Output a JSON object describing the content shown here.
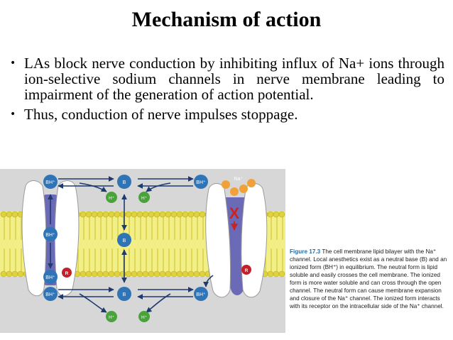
{
  "slide": {
    "title": "Mechanism of action",
    "bullets": [
      "LAs block nerve conduction by inhibiting influx of Na+ ions through ion-selective sodium channels in nerve membrane leading to impairment of the generation of action potential.",
      "Thus, conduction of nerve impulses stoppage."
    ],
    "bullet_glyph": "•"
  },
  "figure": {
    "labels": {
      "ionized": "BH⁺",
      "neutral": "B",
      "proton": "H⁺",
      "receptor": "R",
      "sodium": "Na⁺",
      "block": "X"
    },
    "colors": {
      "background": "#d7d7d7",
      "bilayer": "#f2ef86",
      "lipid_head": "#e0d23c",
      "channel_interior": "#6a6ab6",
      "molecule_blue": "#2f74b7",
      "molecule_green": "#4aa33a",
      "receptor_red": "#c3202a",
      "sodium_orange": "#f1a13a",
      "block_red": "#cc2222"
    }
  },
  "caption": {
    "figure_number": "Figure 17.3",
    "text": "The cell membrane lipid bilayer with the Na⁺ channel. Local anesthetics exist as a neutral base (B) and an ionized form (BH⁺) in equilibrium. The neutral form is lipid soluble and easily crosses the cell membrane. The ionized form is more water soluble and can cross through the open channel. The neutral form can cause membrane expansion and closure of the Na⁺ channel. The ionized form interacts with its receptor on the intracellular side of the Na⁺ channel."
  }
}
